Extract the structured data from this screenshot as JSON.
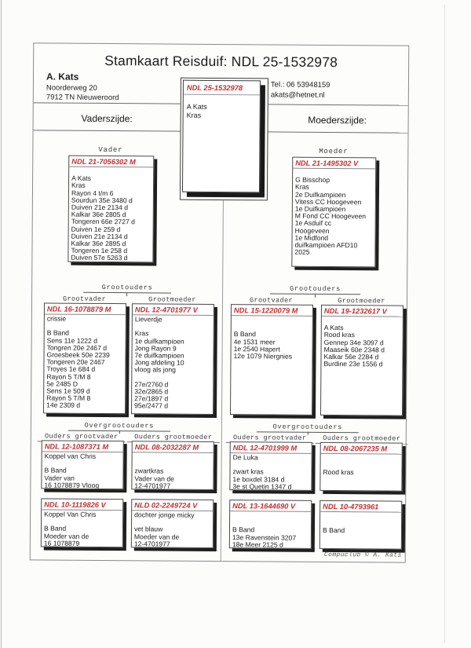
{
  "page": {
    "title": "Stamkaart Reisduif: NDL 25-1532978",
    "owner": {
      "name": "A. Kats",
      "address1": "Noorderweg 20",
      "address2": "7912 TN  Nieuweroord"
    },
    "contact": {
      "tel": "Tel.: 06 53948159",
      "email": "akats@hetnet.nl"
    },
    "left_side_label": "Vaderszijde:",
    "right_side_label": "Moederszijde:",
    "footer": "Compuclub © A. Kats",
    "accent_red": "#c13030"
  },
  "subject": {
    "ring": "NDL 25-1532978",
    "lines": [
      "A Kats",
      "Kras"
    ]
  },
  "father_side": {
    "parent_label": "Vader",
    "parent": {
      "ring": "NDL 21-7056302 M",
      "lines": [
        "",
        "A Kats",
        "Kras",
        "Rayon 4 t/m 6",
        "Sourdun 35e 3480 d",
        "Duiven 21e 2134 d",
        "Kalkar 36e 2805 d",
        "Tongeren 66e 2727 d",
        "Duiven 1e 259 d",
        "Duiven 21e 2134 d",
        "Kalkar 36e 2895 d",
        "Tongeren 1e 258 d",
        "Duiven 57e 5263 d"
      ]
    },
    "grandparents_title": "Grootouders",
    "grandfather_label": "Grootvader",
    "grandmother_label": "Grootmoeder",
    "grandfather": {
      "ring": "NDL 16-1078879 M",
      "lines": [
        "crissie",
        "",
        "B Band",
        "Sens 11e 1222 d",
        "Tongren 20e 2467 d",
        "Groesbeek 50e 2239",
        "Tongeren 20e 2467",
        "Troyes 1e 684 d",
        "Rayon 5 T/M 8",
        "5e 2485 D",
        "Sens 1e 509 d",
        "Rayon 5 T/M 8",
        "14e 2309 d"
      ]
    },
    "grandmother": {
      "ring": "NDL 12-4701977 V",
      "lines": [
        "Lieverdje",
        "",
        "Kras",
        "1e duifkampioen",
        "Jong Rayon 9",
        "7e duifkampioen",
        "Jong afdeling 10",
        "vloog als jong",
        "",
        "27e/2760 d",
        "32e/2865 d",
        "27e/1897 d",
        "95e/2477 d"
      ]
    },
    "greatgrandparents_title": "Overgrootouders",
    "ggf_label": "Ouders grootvader",
    "ggm_label": "Ouders grootmoeder",
    "greatgrandparents": [
      {
        "ring": "NDL 12-1087371 M",
        "lines": [
          "Koppel van Chris",
          "",
          "B Band",
          "Vader van",
          "16 1078879 Vloog"
        ]
      },
      {
        "ring": "NDL 08-2032287 M",
        "lines": [
          "",
          "",
          "zwartkras",
          "Vader van de",
          "12-4701977"
        ]
      },
      {
        "ring": "NDL 10-1119826 V",
        "lines": [
          "Koppel Van Chris",
          "",
          "B Band",
          "Moeder van de",
          "16 1078879"
        ]
      },
      {
        "ring": "NLD 02-2249724 V",
        "lines": [
          "dochter jonge micky",
          "",
          "vet blauw",
          "Moeder van de",
          "12-4701977"
        ]
      }
    ]
  },
  "mother_side": {
    "parent_label": "Moeder",
    "parent": {
      "ring": "NDL 21-1495302 V",
      "lines": [
        "",
        "G Bisschop",
        "Kras",
        "2e Duifkampioen",
        "Vitess CC Hoogeveen",
        "1e Duifkampioen",
        "M Fond CC Hoogeveen",
        "1e Asduif cc",
        "Hoogeveen",
        "1e Midfond",
        "duifkampioen AFD10",
        "2025"
      ]
    },
    "grandparents_title": "Grootouders",
    "grandfather_label": "Grootvader",
    "grandmother_label": "Grootmoeder",
    "grandfather": {
      "ring": "NDL 15-1220079 M",
      "lines": [
        "",
        "",
        "B Band",
        "4e 1531 meer",
        "1e 2540 Hapert",
        "12e 1079 Niergnies"
      ]
    },
    "grandmother": {
      "ring": "NDL 19-1232617 V",
      "lines": [
        "",
        "A Kats",
        "Rood kras",
        "Gennep 34e 3097 d",
        "Maaseik 60e 2348 d",
        "Kalkar 56e 2284 d",
        "Burdine 23e 1556 d"
      ]
    },
    "greatgrandparents_title": "Overgrootouders",
    "ggf_label": "Ouders grootvader",
    "ggm_label": "Ouders grootmoeder",
    "greatgrandparents": [
      {
        "ring": "NDL 12-4701999 M",
        "lines": [
          "De Luka",
          "",
          "zwart kras",
          "1e boxdel 3184 d",
          "3e st Quetin 1347 d"
        ]
      },
      {
        "ring": "NDL 08-2067235 M",
        "lines": [
          "",
          "",
          "Rood kras"
        ]
      },
      {
        "ring": "NDL 13-1644690 V",
        "lines": [
          "",
          "",
          "B Band",
          "13e Ravenstein 3207",
          "18e Meer 2125 d"
        ]
      },
      {
        "ring": "NDL 10-4793961",
        "lines": [
          "",
          "",
          "B Band"
        ]
      }
    ]
  }
}
